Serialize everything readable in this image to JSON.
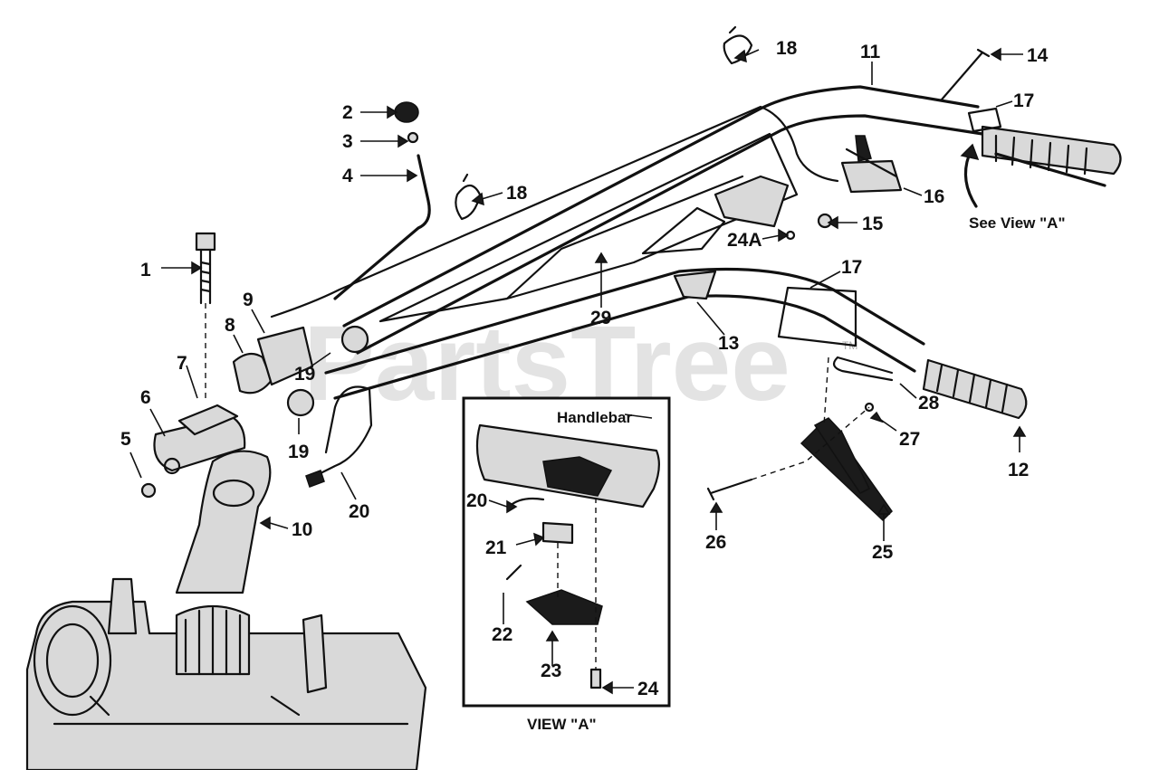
{
  "watermark": "PartsTree",
  "trademark": "TM",
  "labels": {
    "l1": "1",
    "l2": "2",
    "l3": "3",
    "l4": "4",
    "l5": "5",
    "l6": "6",
    "l7": "7",
    "l8": "8",
    "l9": "9",
    "l10": "10",
    "l11": "11",
    "l12": "12",
    "l13": "13",
    "l14": "14",
    "l15": "15",
    "l16": "16",
    "l17a": "17",
    "l17b": "17",
    "l18a": "18",
    "l18b": "18",
    "l19a": "19",
    "l19b": "19",
    "l20a": "20",
    "l20b": "20",
    "l21": "21",
    "l22": "22",
    "l23": "23",
    "l24": "24",
    "l24a": "24A",
    "l25": "25",
    "l26": "26",
    "l27": "27",
    "l28": "28",
    "l29": "29"
  },
  "see_view": "See View \"A\"",
  "inset": {
    "handlebar_label": "Handlebar",
    "caption": "VIEW \"A\""
  }
}
